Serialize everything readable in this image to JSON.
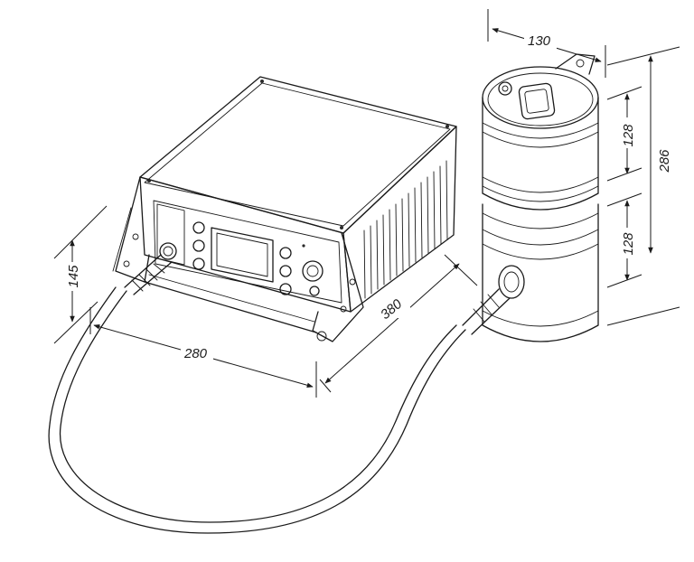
{
  "dimensions": {
    "width_top": "130",
    "height_upper_drum": "128",
    "height_lower_drum": "128",
    "height_total": "286",
    "height_controller": "145",
    "controller_width": "280",
    "controller_depth": "380"
  },
  "colors": {
    "line": "#1a1a1a",
    "shade": "#e7e7e7",
    "background": "#ffffff"
  }
}
